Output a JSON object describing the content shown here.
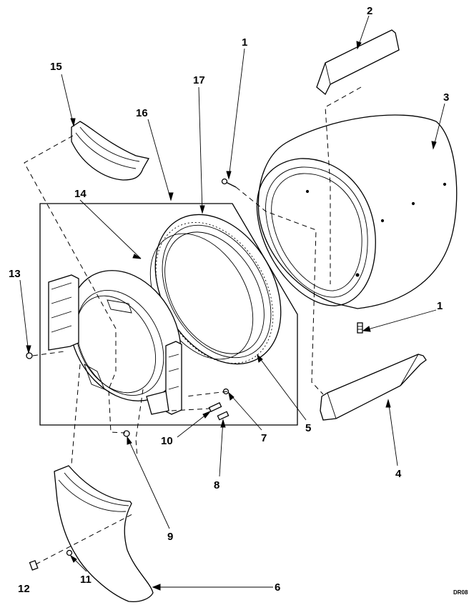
{
  "callouts": {
    "c1a": "1",
    "c1b": "1",
    "c2": "2",
    "c3": "3",
    "c4": "4",
    "c5": "5",
    "c6": "6",
    "c7": "7",
    "c8": "8",
    "c9": "9",
    "c10": "10",
    "c11": "11",
    "c12": "12",
    "c13": "13",
    "c14": "14",
    "c15": "15",
    "c16": "16",
    "c17": "17"
  },
  "figure_code": "DR08"
}
